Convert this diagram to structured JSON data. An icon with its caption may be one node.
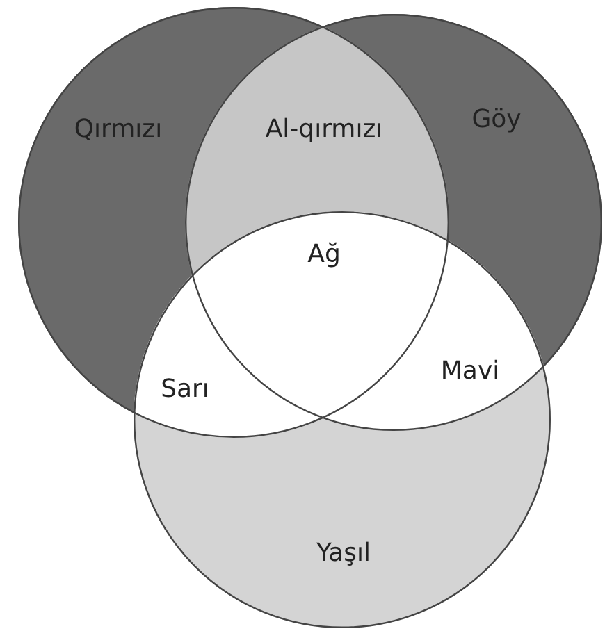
{
  "diagram": {
    "nodes": [
      {
        "text": [
          "Qırmızı"
        ]
      },
      {
        "text": [
          "Göy"
        ]
      },
      {
        "text": [
          "Yaşıl"
        ]
      }
    ],
    "labels": [
      "Al-qırmızı",
      "Ağ",
      "Sarı",
      "Mavi"
    ]
  }
}
